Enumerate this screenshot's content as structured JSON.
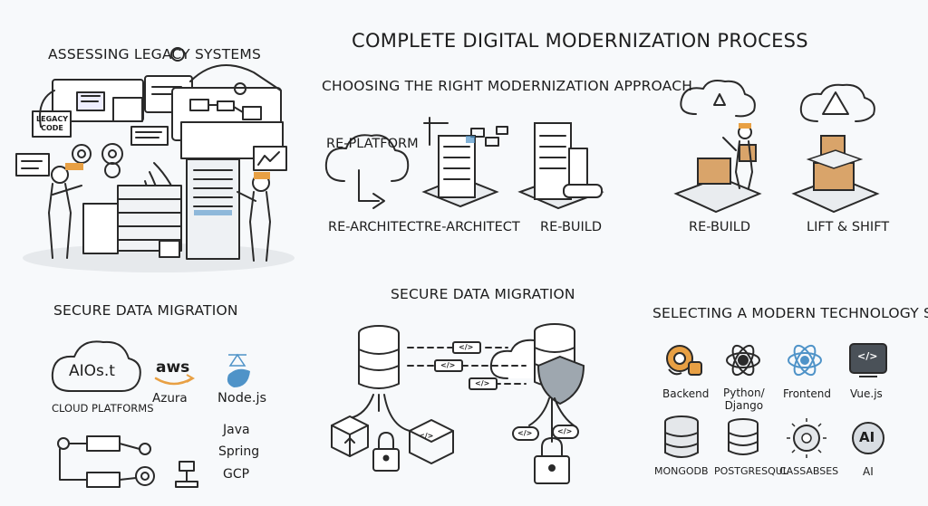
{
  "title": "COMPLETE DIGITAL MODERNIZATION PROCESS",
  "colors": {
    "accent_blue": "#4f93c8",
    "accent_orange": "#e8a044",
    "box_tan": "#d9a46a",
    "ink": "#2a2a2a"
  },
  "assessing": {
    "title": "ASSESSING LEGACY SYSTEMS",
    "legacy_label": "LEGACY\nCODE"
  },
  "approach": {
    "title": "CHOOSING THE RIGHT MODERNIZATION APPROACH",
    "replatform_label": "RE-PLATFORM",
    "items": [
      {
        "label": "RE-ARCHITECT",
        "icon": "cloud-arrow-icon"
      },
      {
        "label": "RE-ARCHITECT",
        "icon": "building-blocks-icon"
      },
      {
        "label": "RE-BUILD",
        "icon": "tower-blueprint-icon"
      },
      {
        "label": "RE-BUILD",
        "icon": "worker-boxes-cloud-icon"
      },
      {
        "label": "LIFT & SHIFT",
        "icon": "stacked-boxes-warning-icon"
      }
    ]
  },
  "migration_left": {
    "title": "SECURE DATA MIGRATION",
    "cloud_text": "AIOs.t",
    "cloud_platforms": "CLOUD PLATFORMS",
    "aws": "aws",
    "azura": "Azura",
    "nodejs": "Node.js",
    "java": "Java",
    "spring": "Spring",
    "gcp": "GCP"
  },
  "migration_center": {
    "title": "SECURE DATA MIGRATION",
    "code_tag": "</>"
  },
  "stack": {
    "title": "SELECTING A MODERN TECHNOLOGY STACK",
    "ai_badge": "AI",
    "items": [
      {
        "label": "Backend",
        "icon": "backend-icon"
      },
      {
        "label": "Python/\nDjango",
        "icon": "python-atom-icon"
      },
      {
        "label": "Frontend",
        "icon": "frontend-atom-icon"
      },
      {
        "label": "Vue.js",
        "icon": "code-screen-icon"
      },
      {
        "label": "MONGODB",
        "icon": "mongodb-icon"
      },
      {
        "label": "POSTGRESQUL",
        "icon": "postgres-icon"
      },
      {
        "label": "CASSABSES",
        "icon": "cassandra-icon"
      },
      {
        "label": "AI",
        "icon": "ai-icon"
      }
    ]
  }
}
